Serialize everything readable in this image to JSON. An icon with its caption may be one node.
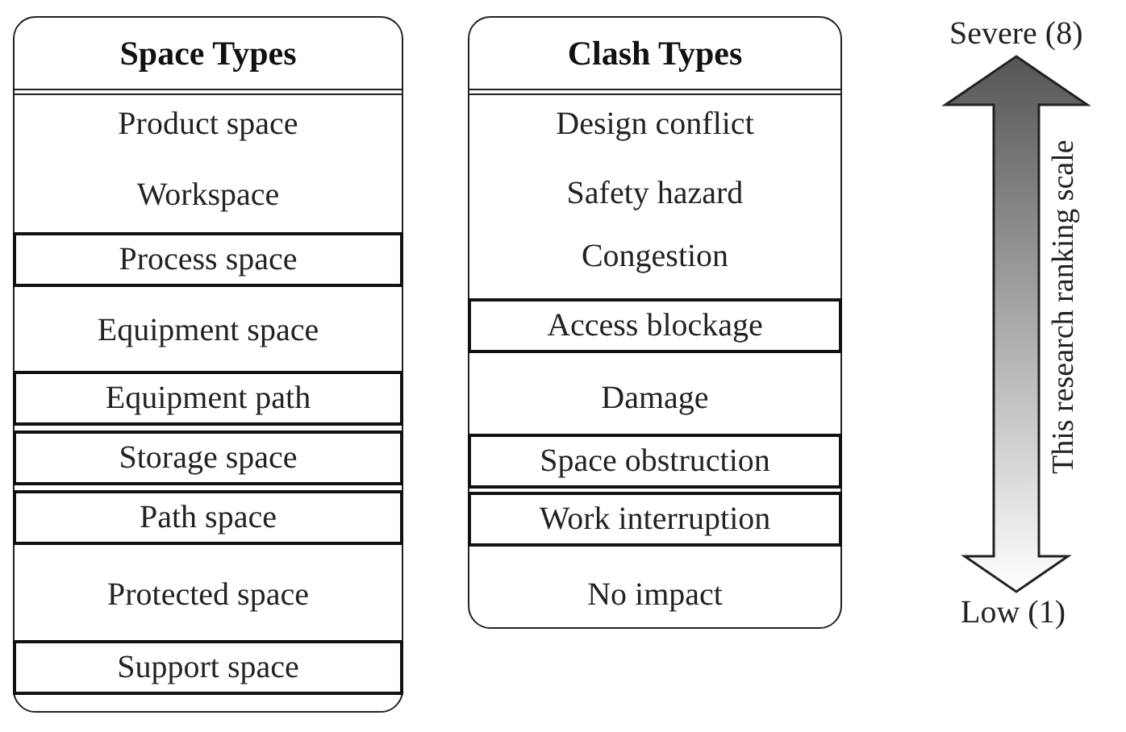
{
  "diagram": {
    "nodes": [
      {
        "text": [
          "Space Types"
        ]
      },
      {
        "text": [
          "Product space"
        ],
        "in": 0
      },
      {
        "text": [
          "Workspace"
        ],
        "in": 0
      },
      {
        "text": [
          "Process space"
        ],
        "in": 0
      },
      {
        "text": [
          "Equipment space"
        ],
        "in": 0
      },
      {
        "text": [
          "Equipment path"
        ],
        "in": 0
      },
      {
        "text": [
          "Storage space"
        ],
        "in": 0
      },
      {
        "text": [
          "Path space"
        ],
        "in": 0
      },
      {
        "text": [
          "Protected space"
        ],
        "in": 0
      },
      {
        "text": [
          "Support space"
        ],
        "in": 0
      },
      {
        "text": [
          "Clash Types"
        ]
      },
      {
        "text": [
          "Design conflict"
        ],
        "in": 10
      },
      {
        "text": [
          "Safety hazard"
        ],
        "in": 10
      },
      {
        "text": [
          "Congestion"
        ],
        "in": 10
      },
      {
        "text": [
          "Access blockage"
        ],
        "in": 10
      },
      {
        "text": [
          "Damage"
        ],
        "in": 10
      },
      {
        "text": [
          "Space obstruction"
        ],
        "in": 10
      },
      {
        "text": [
          "Work interruption"
        ],
        "in": 10
      },
      {
        "text": [
          "No impact"
        ],
        "in": 10
      },
      {
        "text": [
          "Severe (8)"
        ]
      },
      {
        "text": [
          "Low (1)"
        ]
      }
    ],
    "edges": [
      {
        "from": 19,
        "to": 20,
        "arrow": "both"
      }
    ],
    "labels": [
      "This research ranking scale"
    ]
  }
}
